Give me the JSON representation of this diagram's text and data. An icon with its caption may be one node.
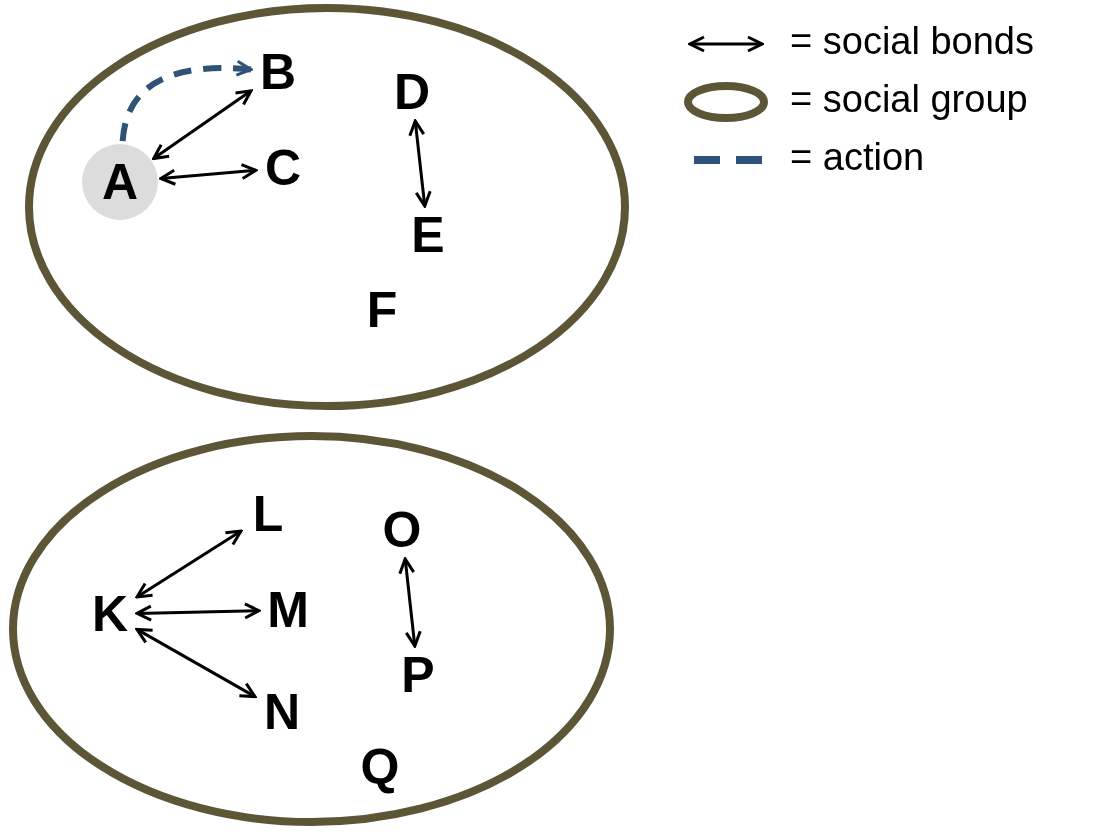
{
  "diagram": {
    "nodes": [
      {
        "text": [],
        "shape": "ellipse"
      },
      {
        "text": [
          "A"
        ],
        "in": 0
      },
      {
        "text": [
          "B"
        ],
        "in": 0
      },
      {
        "text": [
          "C"
        ],
        "in": 0
      },
      {
        "text": [
          "D"
        ],
        "in": 0
      },
      {
        "text": [
          "E"
        ],
        "in": 0
      },
      {
        "text": [
          "F"
        ],
        "in": 0
      },
      {
        "text": [],
        "shape": "ellipse"
      },
      {
        "text": [
          "K"
        ],
        "in": 7
      },
      {
        "text": [
          "L"
        ],
        "in": 7
      },
      {
        "text": [
          "M"
        ],
        "in": 7
      },
      {
        "text": [
          "N"
        ],
        "in": 7
      },
      {
        "text": [
          "O"
        ],
        "in": 7
      },
      {
        "text": [
          "P"
        ],
        "in": 7
      },
      {
        "text": [
          "Q"
        ],
        "in": 7
      }
    ],
    "edges": [
      {
        "from": 1,
        "to": 2,
        "arrow": "both"
      },
      {
        "from": 1,
        "to": 3,
        "arrow": "both"
      },
      {
        "from": 4,
        "to": 5,
        "arrow": "both"
      },
      {
        "from": 1,
        "to": 2,
        "arrow": "to",
        "style": "dashed",
        "color": "#2f5277"
      },
      {
        "from": 8,
        "to": 9,
        "arrow": "both"
      },
      {
        "from": 8,
        "to": 10,
        "arrow": "both"
      },
      {
        "from": 8,
        "to": 11,
        "arrow": "both"
      },
      {
        "from": 12,
        "to": 13,
        "arrow": "both"
      }
    ],
    "legend": [
      {
        "text": "= social bonds"
      },
      {
        "text": "= social group"
      },
      {
        "text": "= action"
      }
    ]
  }
}
